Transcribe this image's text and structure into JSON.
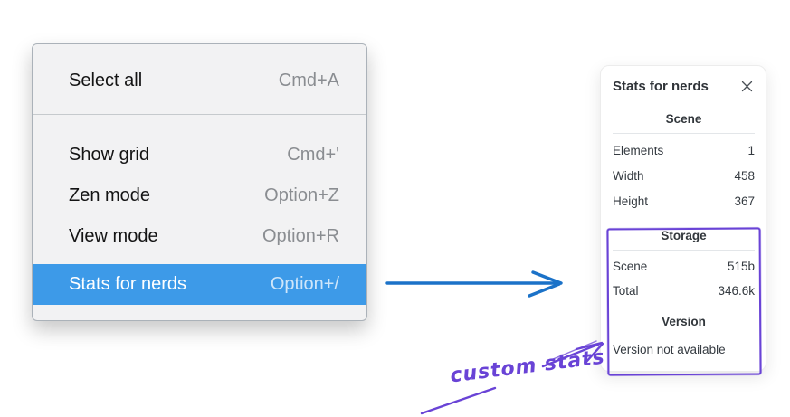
{
  "colors": {
    "menu_highlight": "#3d9ae8",
    "menu_shortcut": "#8a8d91",
    "blue_arrow": "#1b72c8",
    "purple_annotation": "#6943d6",
    "panel_text": "#343a40"
  },
  "context_menu": {
    "sections": [
      {
        "items": [
          {
            "label": "Select all",
            "shortcut": "Cmd+A",
            "selected": false
          }
        ]
      },
      {
        "items": [
          {
            "label": "Show grid",
            "shortcut": "Cmd+'",
            "selected": false
          },
          {
            "label": "Zen mode",
            "shortcut": "Option+Z",
            "selected": false
          },
          {
            "label": "View mode",
            "shortcut": "Option+R",
            "selected": false
          },
          {
            "label": "Stats for nerds",
            "shortcut": "Option+/",
            "selected": true
          }
        ]
      }
    ]
  },
  "stats_panel": {
    "title": "Stats for nerds",
    "close_icon": "close-x",
    "sections": [
      {
        "heading": "Scene",
        "rows": [
          {
            "label": "Elements",
            "value": "1"
          },
          {
            "label": "Width",
            "value": "458"
          },
          {
            "label": "Height",
            "value": "367"
          }
        ]
      },
      {
        "heading": "Storage",
        "rows": [
          {
            "label": "Scene",
            "value": "515b"
          },
          {
            "label": "Total",
            "value": "346.6k"
          }
        ]
      },
      {
        "heading": "Version",
        "rows": [],
        "note": "Version not available"
      }
    ]
  },
  "annotation": {
    "label": "custom stats"
  }
}
